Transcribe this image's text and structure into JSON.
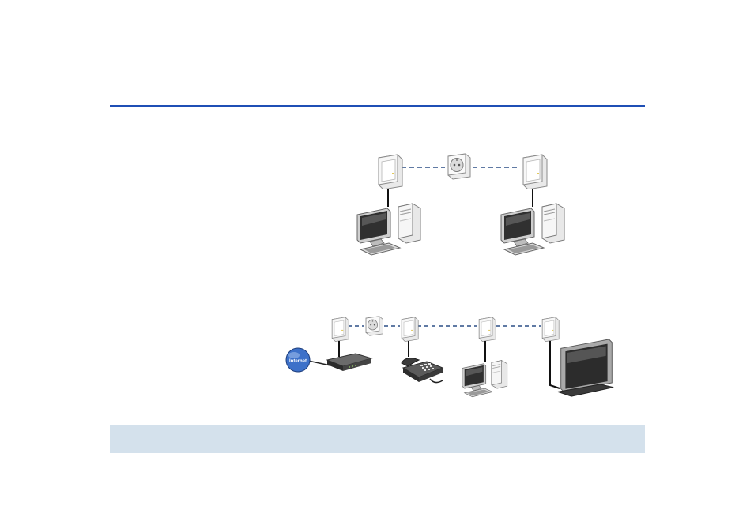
{
  "colors": {
    "header_rule": "#1f4fb5",
    "footer_band": "#d4e1ec",
    "link_dash": "#2b4f86",
    "cable": "#111111",
    "adapter_body": "#f4f4f4",
    "adapter_outline": "#8a8a8a",
    "adapter_led": "#e3c95a",
    "globe": "#3d71c9"
  },
  "diagram": {
    "top_network": {
      "devices": [
        "powerline-adapter",
        "wall-socket",
        "powerline-adapter",
        "desktop-pc",
        "desktop-pc"
      ]
    },
    "bottom_network": {
      "devices": [
        "internet-globe",
        "router",
        "powerline-adapter",
        "wall-socket",
        "powerline-adapter",
        "telephone",
        "powerline-adapter",
        "desktop-pc",
        "powerline-adapter",
        "flat-tv"
      ],
      "internet_label": "Internet"
    }
  }
}
